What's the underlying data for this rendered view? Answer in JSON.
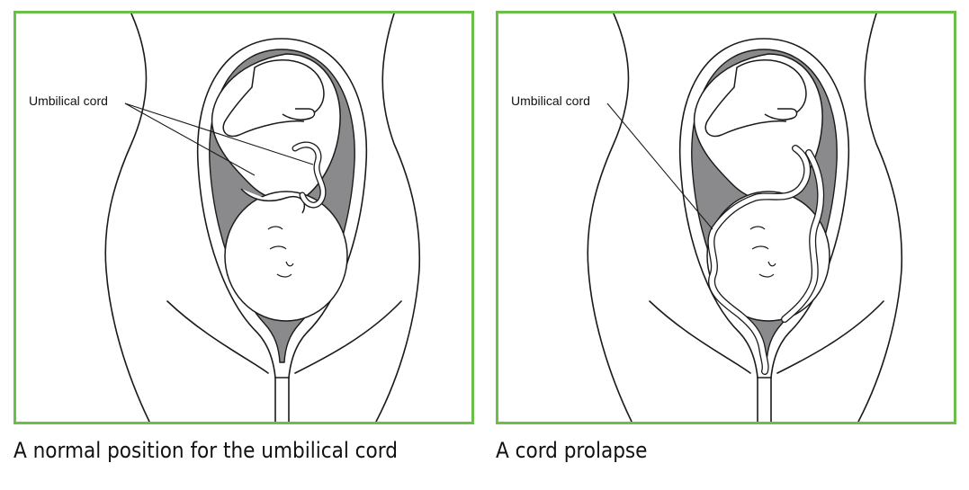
{
  "panels": [
    {
      "label": "Umbilical cord",
      "caption": "A normal position for the umbilical cord"
    },
    {
      "label": "Umbilical cord",
      "caption": "A cord prolapse"
    }
  ],
  "colors": {
    "frame": "#6abf4b",
    "fluid": "#8a8a8d",
    "line": "#1a1a1a"
  }
}
